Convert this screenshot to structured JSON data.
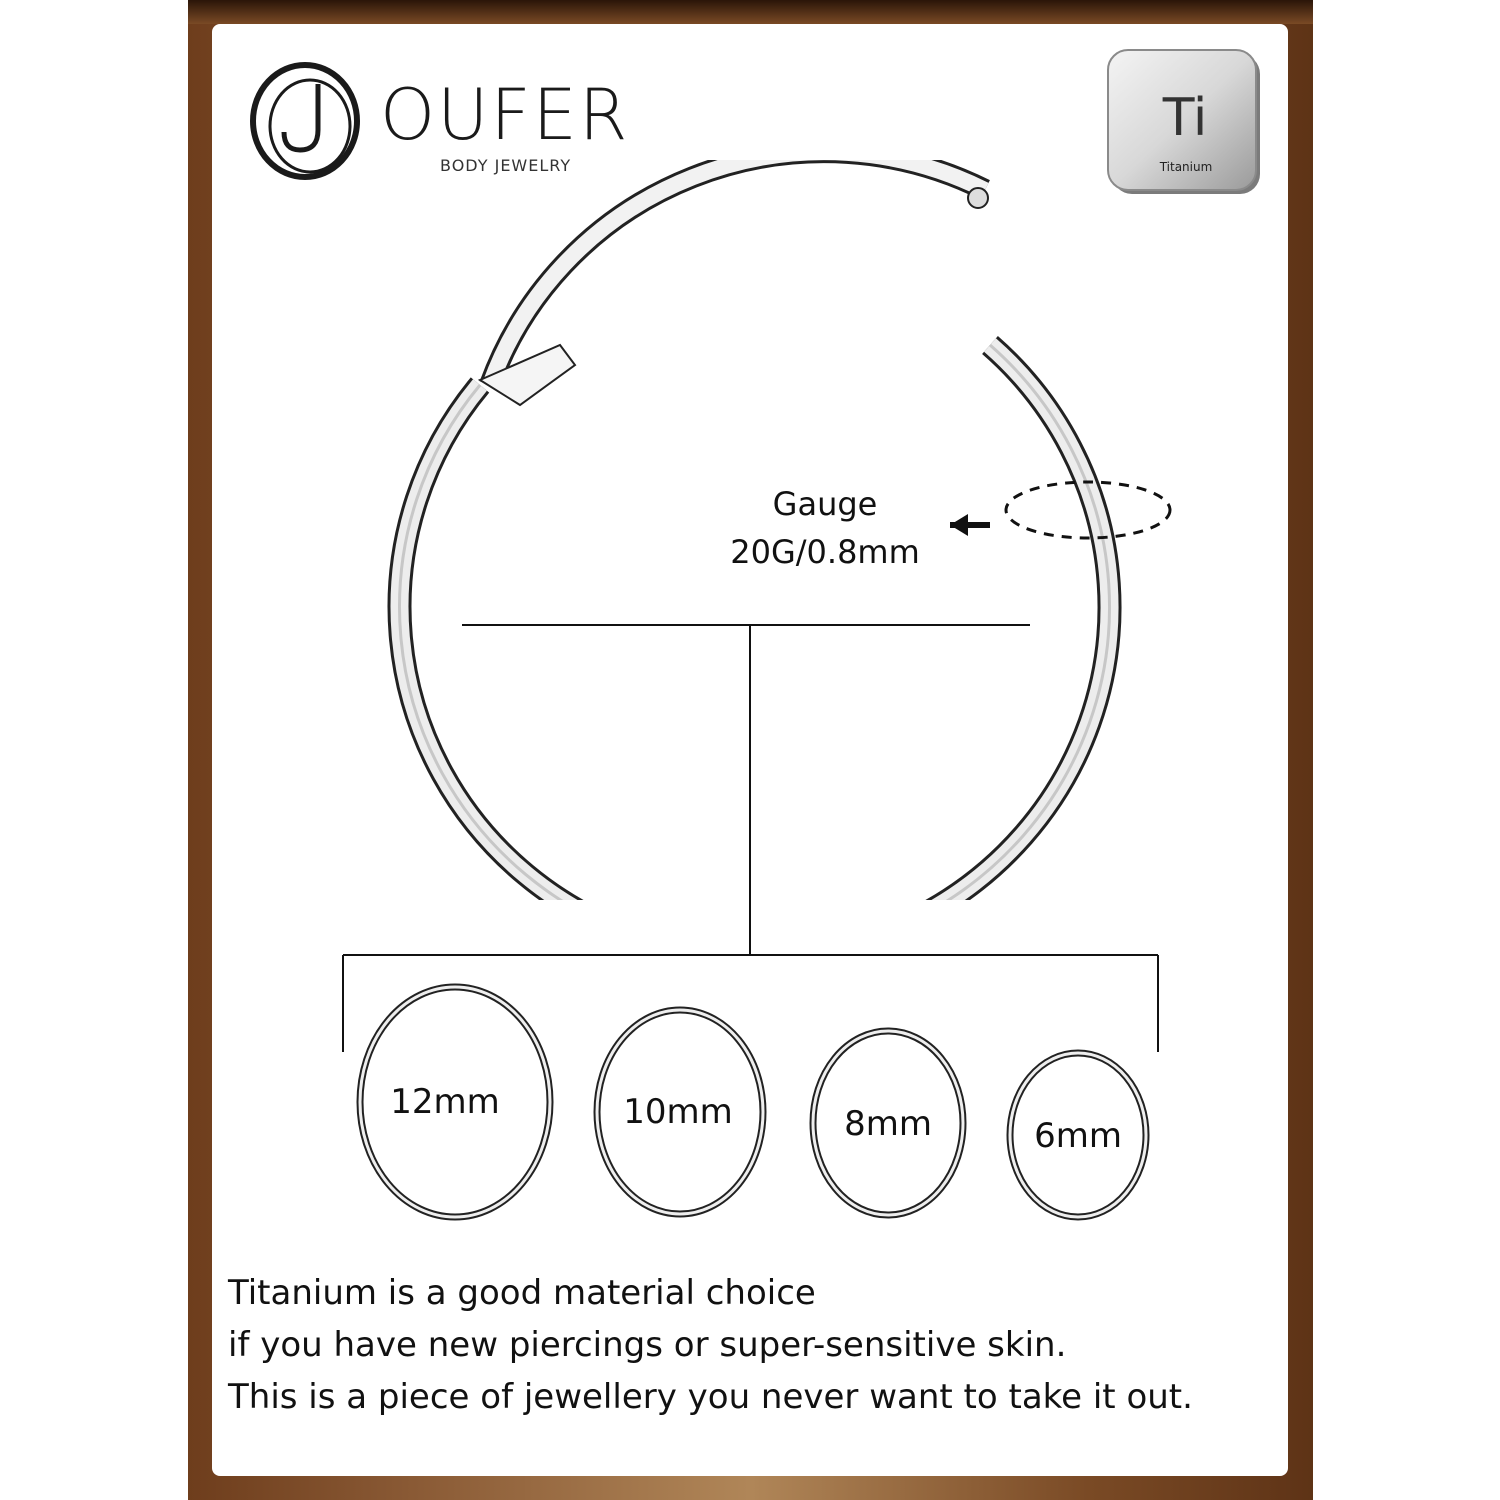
{
  "brand": {
    "name": "OUFER",
    "subtitle": "BODY JEWELRY"
  },
  "material_badge": {
    "symbol": "Ti",
    "name": "Titanium"
  },
  "gauge": {
    "title": "Gauge",
    "value": "20G/0.8mm"
  },
  "sizes": [
    "12mm",
    "10mm",
    "8mm",
    "6mm"
  ],
  "description": [
    "Titanium is a good material choice",
    "if you have new piercings or super-sensitive skin.",
    "This is a piece of jewellery you never want to take it out."
  ],
  "colors": {
    "frame": "#8a5a35",
    "ring": "#c9c9c9",
    "text": "#111111"
  }
}
